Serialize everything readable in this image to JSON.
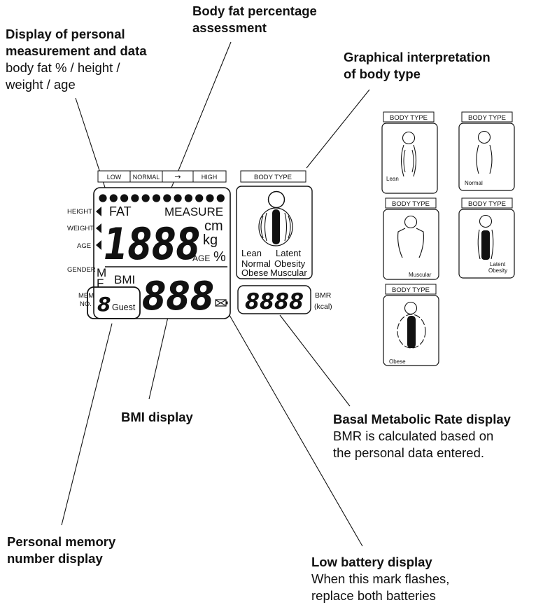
{
  "annotations": {
    "personal": {
      "heading_1": "Display of personal",
      "heading_2": "measurement and data",
      "desc_1": "body fat % / height /",
      "desc_2": "weight / age"
    },
    "fat": {
      "heading_1": "Body fat percentage",
      "heading_2": "assessment"
    },
    "graphical": {
      "heading_1": "Graphical interpretation",
      "heading_2": "of body type"
    },
    "bmi": {
      "heading": "BMI display"
    },
    "bmr": {
      "heading": "Basal Metabolic Rate display",
      "desc_1": "BMR is calculated based on",
      "desc_2": "the personal data entered."
    },
    "memory": {
      "heading_1": "Personal memory",
      "heading_2": "number display"
    },
    "battery": {
      "heading_1": "Low battery display",
      "desc_1": "When this mark flashes,",
      "desc_2": "replace both batteries"
    }
  },
  "scale_bar": {
    "low": "LOW",
    "normal": "NORMAL",
    "arrow": "→",
    "high": "HIGH"
  },
  "lcd": {
    "side_labels": {
      "height": "HEIGHT",
      "weight": "WEIGHT",
      "age": "AGE",
      "gender": "GENDER",
      "mem": "MEM",
      "no": "NO."
    },
    "fat": "FAT",
    "measure": "MEASURE",
    "main_digits": "1888",
    "unit_cm": "cm",
    "unit_kg": "kg",
    "unit_age": "AGE",
    "unit_percent": "%",
    "gender_m": "M",
    "gender_f": "F",
    "bmi": "BMI",
    "bmi_digits": "888",
    "memory_digit": "8",
    "guest": "Guest",
    "dot_count": 12
  },
  "body_type_panel": {
    "label": "BODY TYPE",
    "lean": "Lean",
    "normal": "Normal",
    "obese": "Obese",
    "latent": "Latent",
    "obesity": "Obesity",
    "muscular": "Muscular"
  },
  "bmr_panel": {
    "digits": "8888",
    "label": "BMR",
    "unit": "(kcal)"
  },
  "body_type_cards": [
    {
      "label": "BODY TYPE",
      "caption": "Lean"
    },
    {
      "label": "BODY TYPE",
      "caption": "Normal"
    },
    {
      "label": "BODY TYPE",
      "caption": "Muscular"
    },
    {
      "label": "BODY TYPE",
      "caption_1": "Latent",
      "caption_2": "Obesity"
    },
    {
      "label": "BODY TYPE",
      "caption": "Obese"
    }
  ]
}
